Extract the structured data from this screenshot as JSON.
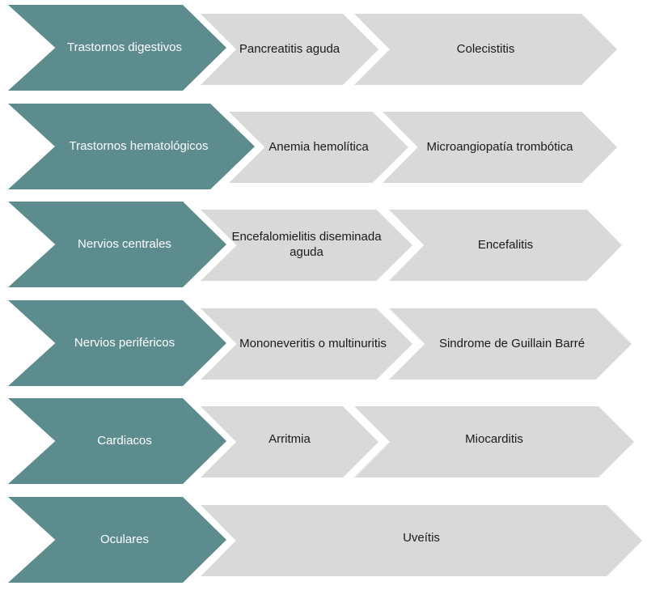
{
  "colors": {
    "category_fill": "#5d8c8f",
    "item_fill": "#d9d9d9"
  },
  "rows": [
    {
      "category": "Trastornos digestivos",
      "items": [
        "Pancreatitis aguda",
        "Colecistitis"
      ]
    },
    {
      "category": "Trastornos hematológicos",
      "items": [
        "Anemia hemolítica",
        "Microangiopatía trombótica"
      ]
    },
    {
      "category": "Nervios centrales",
      "items": [
        "Encefalomielitis diseminada aguda",
        "Encefalitis"
      ]
    },
    {
      "category": "Nervios periféricos",
      "items": [
        "Mononeveritis o multinuritis",
        "Sindrome de Guillain Barré"
      ]
    },
    {
      "category": "Cardiacos",
      "items": [
        "Arritmia",
        "Miocarditis"
      ]
    },
    {
      "category": "Oculares",
      "items": [
        "Uveítis"
      ]
    }
  ]
}
